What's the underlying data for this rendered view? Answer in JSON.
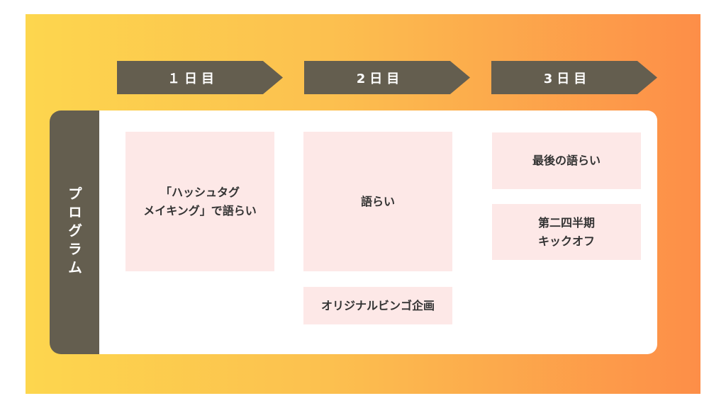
{
  "days": [
    "１日目",
    "2日目",
    "3日目"
  ],
  "side_label": "プログラム",
  "day1": {
    "line1": "「ハッシュタグ",
    "line2": "メイキング」で語らい"
  },
  "day2": {
    "main": "語らい",
    "bingo": "オリジナルビンゴ企画"
  },
  "day3": {
    "first": "最後の語らい",
    "line1": "第二四半期",
    "line2": "キックオフ"
  }
}
